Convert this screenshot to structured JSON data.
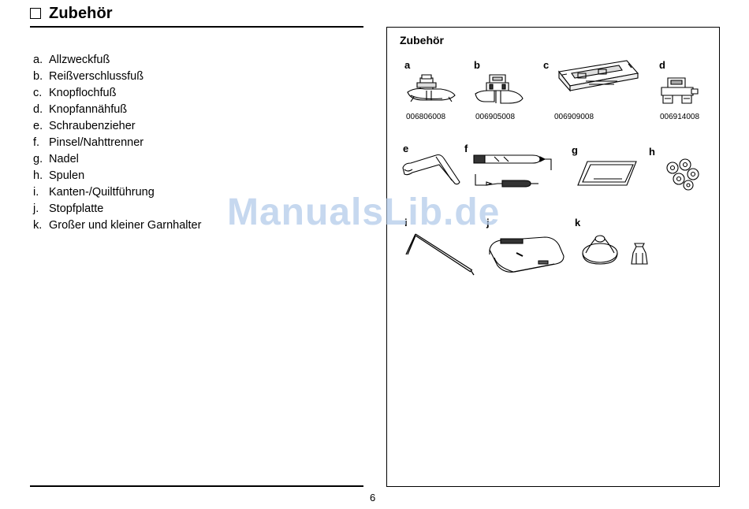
{
  "header": {
    "title": "Zubehör"
  },
  "list": [
    {
      "letter": "a.",
      "text": "Allzweckfuß"
    },
    {
      "letter": "b.",
      "text": "Reißverschlussfuß"
    },
    {
      "letter": "c.",
      "text": "Knopflochfuß"
    },
    {
      "letter": "d.",
      "text": "Knopfannähfuß"
    },
    {
      "letter": "e.",
      "text": "Schraubenzieher"
    },
    {
      "letter": "f.",
      "text": "Pinsel/Nahttrenner"
    },
    {
      "letter": "g.",
      "text": "Nadel"
    },
    {
      "letter": "h.",
      "text": "Spulen"
    },
    {
      "letter": "i.",
      "text": "Kanten-/Quiltführung"
    },
    {
      "letter": "j.",
      "text": "Stopfplatte"
    },
    {
      "letter": "k.",
      "text": "Großer und kleiner Garnhalter"
    }
  ],
  "panel": {
    "title": "Zubehör",
    "labels": {
      "a": "a",
      "b": "b",
      "c": "c",
      "d": "d",
      "e": "e",
      "f": "f",
      "g": "g",
      "h": "h",
      "i": "i",
      "j": "j",
      "k": "k"
    },
    "codes": {
      "a": "006806008",
      "b": "006905008",
      "c": "006909008",
      "d": "006914008"
    }
  },
  "watermark": "ManualsLib.de",
  "page_number": "6"
}
